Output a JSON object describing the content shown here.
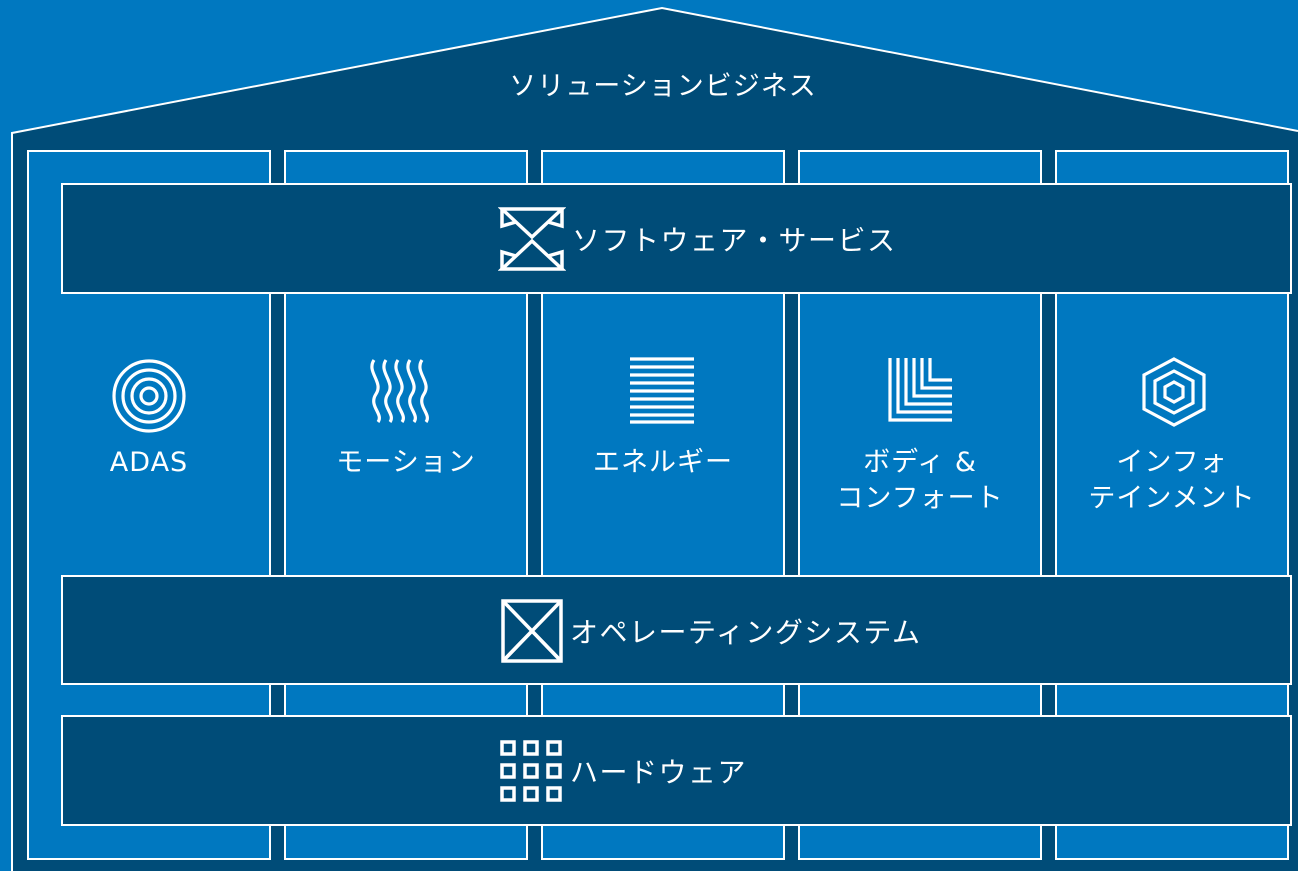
{
  "colors": {
    "background": "#0078c0",
    "dark": "#004c78",
    "line": "#ffffff"
  },
  "roof": {
    "title": "ソリューションビジネス"
  },
  "bands": {
    "software": {
      "label": "ソフトウェア・サービス",
      "icon": "software-services-icon"
    },
    "os": {
      "label": "オペレーティングシステム",
      "icon": "operating-system-icon"
    },
    "hardware": {
      "label": "ハードウェア",
      "icon": "hardware-grid-icon"
    }
  },
  "pillars": [
    {
      "label_line1": "ADAS",
      "label_line2": "",
      "icon": "adas-concentric-circles-icon"
    },
    {
      "label_line1": "モーション",
      "label_line2": "",
      "icon": "motion-waves-icon"
    },
    {
      "label_line1": "エネルギー",
      "label_line2": "",
      "icon": "energy-lines-icon"
    },
    {
      "label_line1": "ボディ &",
      "label_line2": "コンフォート",
      "icon": "body-comfort-icon"
    },
    {
      "label_line1": "インフォ",
      "label_line2": "テインメント",
      "icon": "infotainment-hexagon-icon"
    }
  ]
}
